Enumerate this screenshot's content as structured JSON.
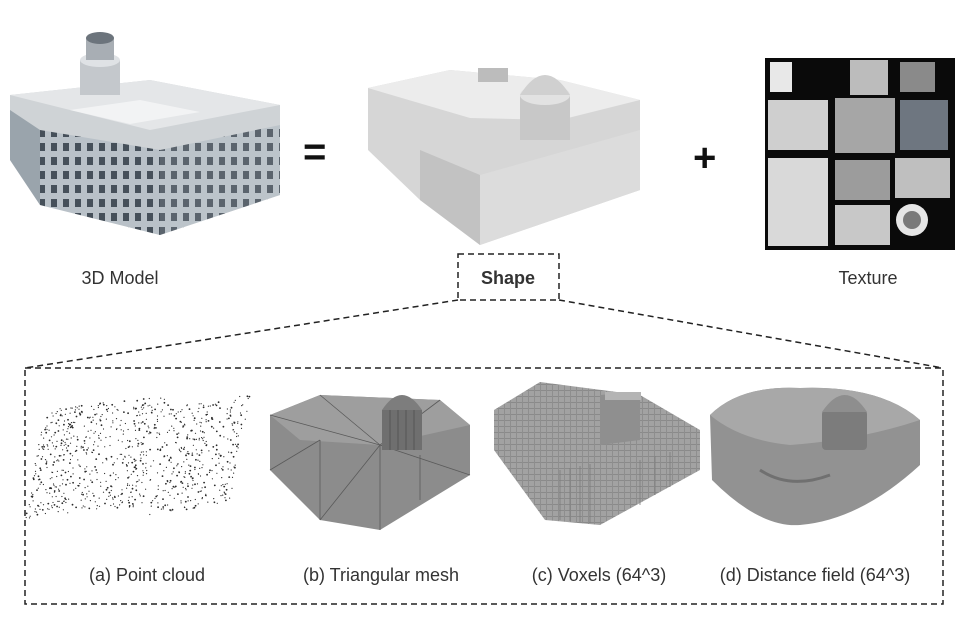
{
  "top": {
    "model_label": "3D Model",
    "equals": "=",
    "shape_label": "Shape",
    "plus": "+",
    "texture_label": "Texture"
  },
  "representations": [
    {
      "label": "(a) Point cloud"
    },
    {
      "label": "(b) Triangular mesh"
    },
    {
      "label": "(c) Voxels (64^3)"
    },
    {
      "label": "(d) Distance field (64^3)"
    }
  ],
  "colors": {
    "mesh_gray": "#8c8c8c",
    "shape_gray": "#d2d2d2",
    "texture_bg": "#0a0a0a",
    "dash": "#222222"
  }
}
